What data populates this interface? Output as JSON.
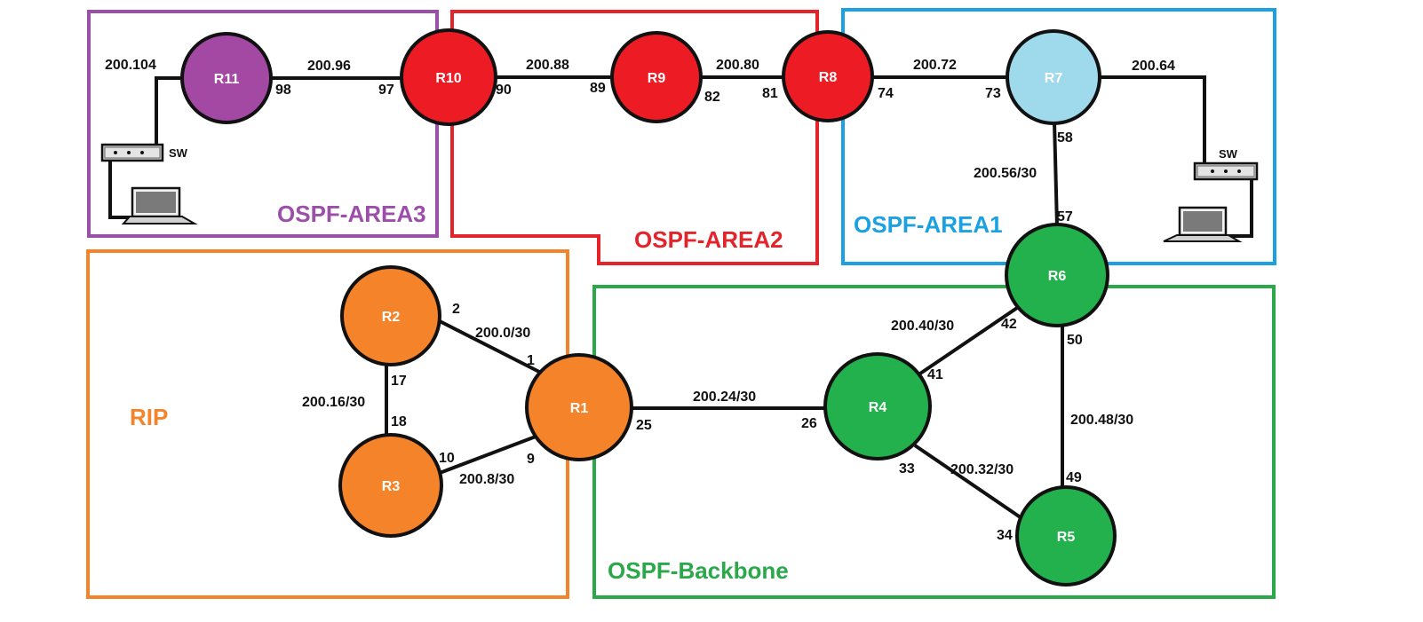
{
  "areas": {
    "area3": {
      "label": "OSPF-AREA3",
      "color": "#9b4fa8"
    },
    "area2": {
      "label": "OSPF-AREA2",
      "color": "#e3242b"
    },
    "area1": {
      "label": "OSPF-AREA1",
      "color": "#1ba1e2"
    },
    "rip": {
      "label": "RIP",
      "color": "#f5832a"
    },
    "backbone": {
      "label": "OSPF-Backbone",
      "color": "#2aa84a"
    }
  },
  "routers": {
    "r1": {
      "label": "R1",
      "color": "#f5832a"
    },
    "r2": {
      "label": "R2",
      "color": "#f5832a"
    },
    "r3": {
      "label": "R3",
      "color": "#f5832a"
    },
    "r4": {
      "label": "R4",
      "color": "#22b14c"
    },
    "r5": {
      "label": "R5",
      "color": "#22b14c"
    },
    "r6": {
      "label": "R6",
      "color": "#22b14c"
    },
    "r7": {
      "label": "R7",
      "color": "#9fd9ec"
    },
    "r8": {
      "label": "R8",
      "color": "#ed1c24"
    },
    "r9": {
      "label": "R9",
      "color": "#ed1c24"
    },
    "r10": {
      "label": "R10",
      "color": "#ed1c24"
    },
    "r11": {
      "label": "R11",
      "color": "#a349a4"
    }
  },
  "networks": {
    "n_r11_sw": "200.104",
    "n_r11_r10": "200.96",
    "n_r10_r9": "200.88",
    "n_r9_r8": "200.80",
    "n_r8_r7": "200.72",
    "n_r7_sw": "200.64",
    "n_r7_r6": "200.56/30",
    "n_r6_r4": "200.40/30",
    "n_r6_r5": "200.48/30",
    "n_r4_r5": "200.32/30",
    "n_r1_r4": "200.24/30",
    "n_r2_r1": "200.0/30",
    "n_r2_r3": "200.16/30",
    "n_r3_r1": "200.8/30"
  },
  "ports": {
    "p98": "98",
    "p97": "97",
    "p90": "90",
    "p89": "89",
    "p82": "82",
    "p81": "81",
    "p74": "74",
    "p73": "73",
    "p58": "58",
    "p57": "57",
    "p42": "42",
    "p41": "41",
    "p50": "50",
    "p49": "49",
    "p33": "33",
    "p34": "34",
    "p25": "25",
    "p26": "26",
    "p2": "2",
    "p1": "1",
    "p17": "17",
    "p18": "18",
    "p10": "10",
    "p9": "9"
  },
  "switches": {
    "sw_left": {
      "label": "SW"
    },
    "sw_right": {
      "label": "SW"
    }
  }
}
